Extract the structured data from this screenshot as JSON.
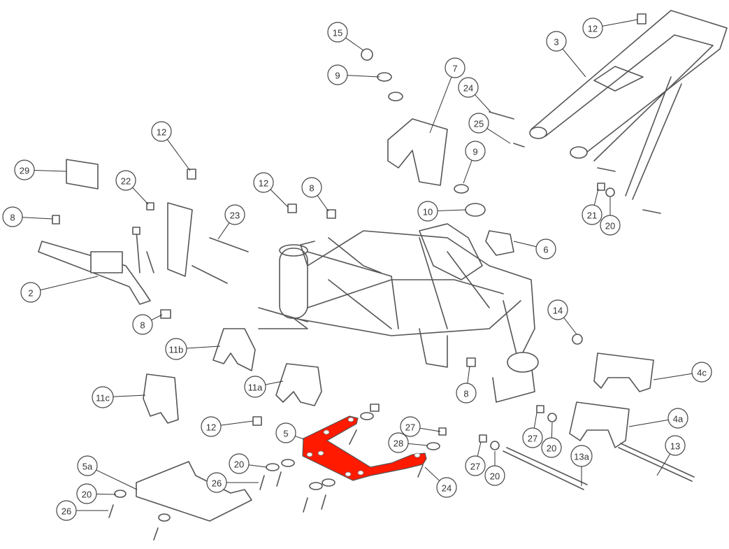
{
  "diagram": {
    "highlight_color": "#ff1a00",
    "line_color": "#555555",
    "highlighted_part": "5",
    "callouts": [
      {
        "label": "15"
      },
      {
        "label": "9"
      },
      {
        "label": "7"
      },
      {
        "label": "24"
      },
      {
        "label": "25"
      },
      {
        "label": "9"
      },
      {
        "label": "12"
      },
      {
        "label": "3"
      },
      {
        "label": "12"
      },
      {
        "label": "29"
      },
      {
        "label": "22"
      },
      {
        "label": "8"
      },
      {
        "label": "12"
      },
      {
        "label": "8"
      },
      {
        "label": "23"
      },
      {
        "label": "10"
      },
      {
        "label": "6"
      },
      {
        "label": "21"
      },
      {
        "label": "20"
      },
      {
        "label": "2"
      },
      {
        "label": "8"
      },
      {
        "label": "14"
      },
      {
        "label": "11b"
      },
      {
        "label": "11a"
      },
      {
        "label": "11c"
      },
      {
        "label": "4c"
      },
      {
        "label": "8"
      },
      {
        "label": "4a"
      },
      {
        "label": "12"
      },
      {
        "label": "5"
      },
      {
        "label": "27"
      },
      {
        "label": "28"
      },
      {
        "label": "27"
      },
      {
        "label": "20"
      },
      {
        "label": "13"
      },
      {
        "label": "5a"
      },
      {
        "label": "20"
      },
      {
        "label": "26"
      },
      {
        "label": "13a"
      },
      {
        "label": "27"
      },
      {
        "label": "20"
      },
      {
        "label": "24"
      },
      {
        "label": "20"
      },
      {
        "label": "26"
      }
    ]
  }
}
